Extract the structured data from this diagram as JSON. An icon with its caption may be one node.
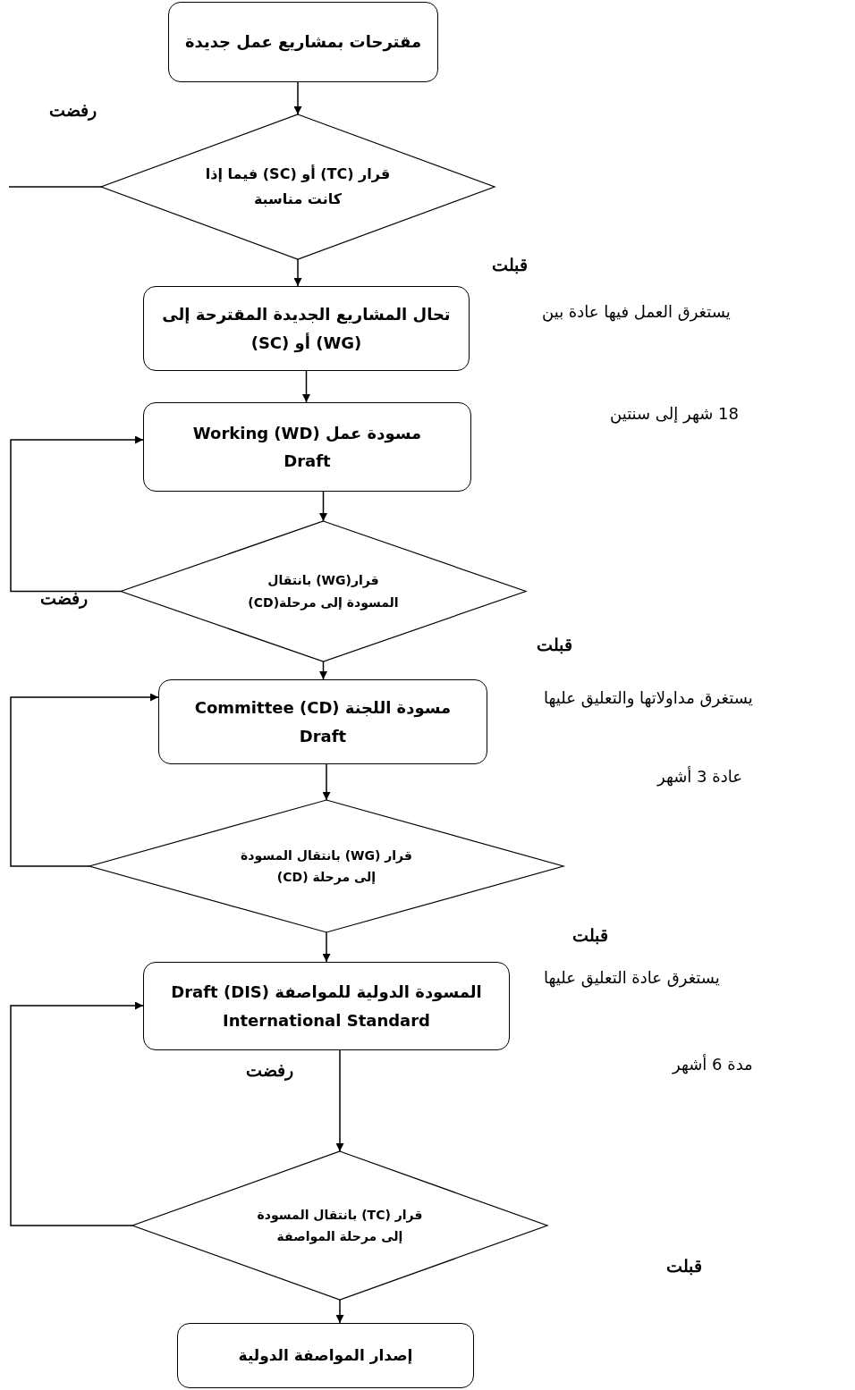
{
  "diagram": {
    "nodes": [
      {
        "text": [
          "مقترحات بمشاريع عمل جديدة"
        ]
      },
      {
        "text": [
          "قرار (TC) أو (SC) فيما إذا كانت مناسبة"
        ]
      },
      {
        "text": [
          "تحال المشاريع الجديدة المقترحة إلى (WG) أو (SC)"
        ]
      },
      {
        "text": [
          "مسودة عمل (WD) Working Draft"
        ]
      },
      {
        "text": [
          "قرار(WG) بانتقال المسودة إلى مرحلة(CD)"
        ]
      },
      {
        "text": [
          "مسودة اللجنة (CD) Committee Draft"
        ]
      },
      {
        "text": [
          "قرار (WG) بانتقال المسودة إلى مرحلة (CD)"
        ]
      },
      {
        "text": [
          "المسودة الدولية للمواصفة (DIS) Draft International Standard"
        ]
      },
      {
        "text": [
          "قرار (TC) بانتقال المسودة إلى مرحلة المواصفة"
        ]
      },
      {
        "text": [
          "إصدار المواصفة الدولية"
        ]
      }
    ],
    "edges": [
      {
        "from": 0,
        "to": 1,
        "arrow": "to"
      },
      {
        "from": 1,
        "to": null,
        "arrow": "none"
      },
      {
        "from": 1,
        "to": 2,
        "arrow": "to"
      },
      {
        "from": 2,
        "to": 3,
        "arrow": "to"
      },
      {
        "from": 3,
        "to": 4,
        "arrow": "to"
      },
      {
        "from": 4,
        "to": 3,
        "arrow": "to"
      },
      {
        "from": 4,
        "to": 5,
        "arrow": "to"
      },
      {
        "from": 5,
        "to": 6,
        "arrow": "to"
      },
      {
        "from": 6,
        "to": 5,
        "arrow": "to"
      },
      {
        "from": 6,
        "to": 7,
        "arrow": "to"
      },
      {
        "from": 7,
        "to": 8,
        "arrow": "to"
      },
      {
        "from": 8,
        "to": 7,
        "arrow": "to"
      },
      {
        "from": 8,
        "to": 9,
        "arrow": "to"
      }
    ],
    "labels": [
      "رفضت",
      "قبلت",
      "يستغرق العمل فيها عادة بين",
      "18 شهر إلى سنتين",
      "رفضت",
      "قبلت",
      "يستغرق مداولاتها والتعليق عليها",
      "عادة 3 أشهر",
      "قبلت",
      "يستغرق عادة التعليق عليها",
      "رفضت",
      "مدة 6 أشهر",
      "قبلت"
    ]
  }
}
